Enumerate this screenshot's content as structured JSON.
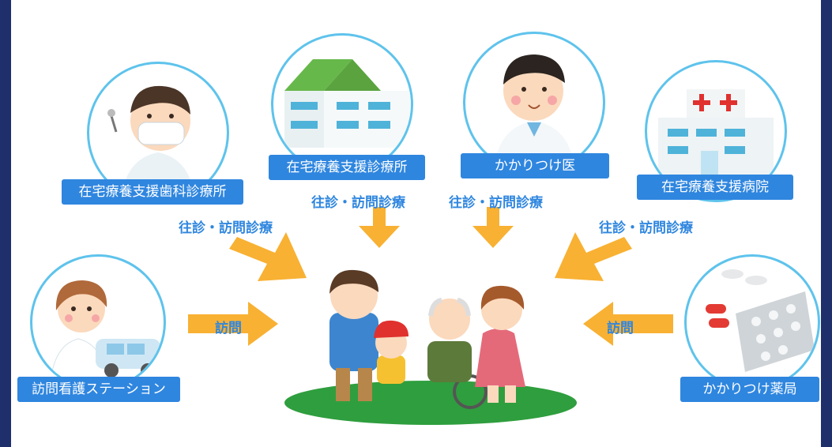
{
  "providers": {
    "dental_clinic": "在宅療養支援歯科診療所",
    "support_clinic": "在宅療養支援診療所",
    "family_doctor": "かかりつけ医",
    "support_hospital": "在宅療養支援病院",
    "nursing_station": "訪問看護ステーション",
    "pharmacy": "かかりつけ薬局"
  },
  "arrows": {
    "dental": "往診・訪問診療",
    "clinic": "往診・訪問診療",
    "doctor": "往診・訪問診療",
    "hospital": "往診・訪問診療",
    "nursing": "訪問",
    "pharmacy": "訪問"
  },
  "colors": {
    "label_bg": "#2f86df",
    "circle_border": "#5ec3ec",
    "arrow": "#f8b133",
    "frame": "#1f2f6b",
    "ground": "#2f9e3e"
  },
  "icons": {
    "dentist": "dentist-icon",
    "clinic": "clinic-building-icon",
    "doctor": "doctor-icon",
    "hospital": "hospital-icon",
    "nurse": "nurse-icon",
    "medicine": "medicine-pills-icon",
    "family": "family-patient-icon"
  }
}
